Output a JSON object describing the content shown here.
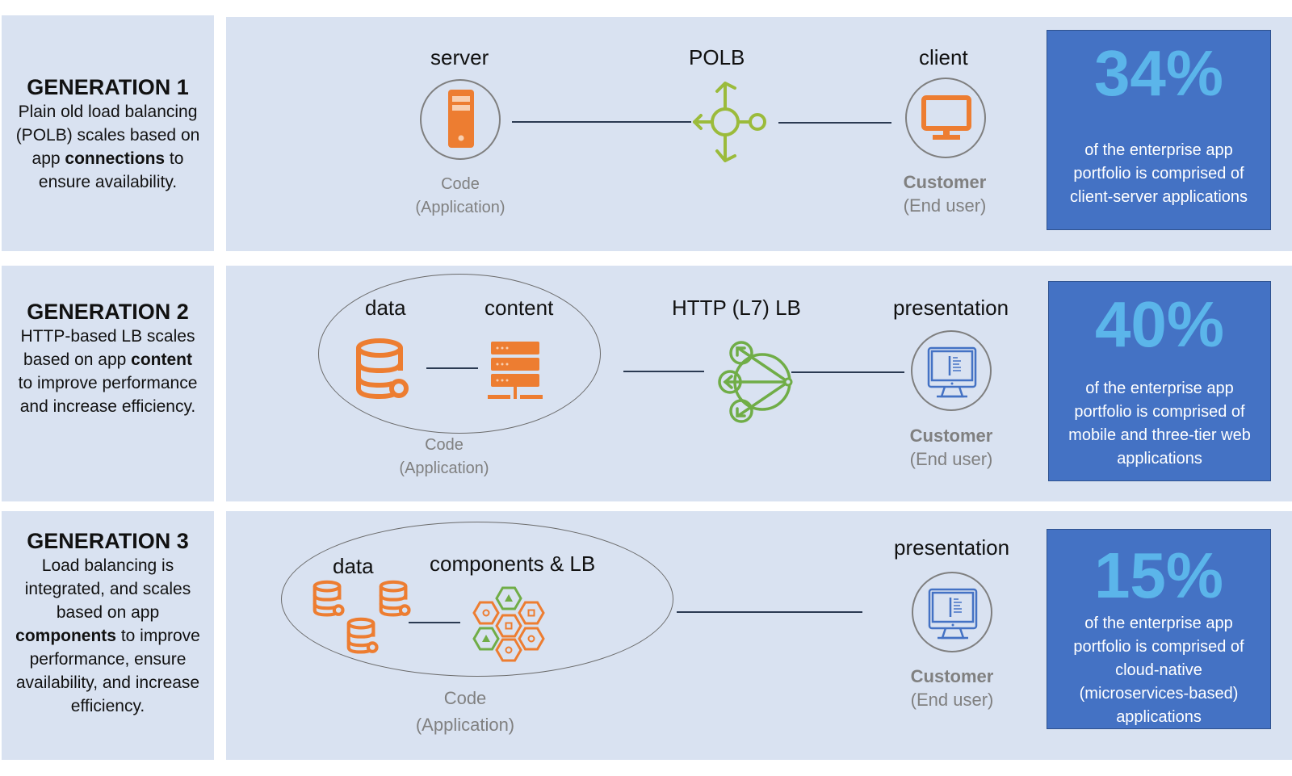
{
  "generations": [
    {
      "title": "GENERATION 1",
      "desc_parts": [
        "Plain old load balancing (POLB) scales based on app ",
        "connections",
        " to ensure availability."
      ],
      "nodes": {
        "server_label": "server",
        "lb_label": "POLB",
        "client_label": "client"
      },
      "code_label": "Code",
      "code_sub": "(Application)",
      "customer_label": "Customer",
      "customer_sub": "(End user)",
      "stat_percent": "34%",
      "stat_text": "of the enterprise app portfolio is comprised of client-server applications"
    },
    {
      "title": "GENERATION 2",
      "desc_parts": [
        "HTTP-based LB scales based on app ",
        "content",
        " to improve performance and increase efficiency."
      ],
      "nodes": {
        "data_label": "data",
        "content_label": "content",
        "lb_label": "HTTP (L7) LB",
        "presentation_label": "presentation"
      },
      "code_label": "Code",
      "code_sub": "(Application)",
      "customer_label": "Customer",
      "customer_sub": "(End user)",
      "stat_percent": "40%",
      "stat_text": "of the enterprise app portfolio is comprised of mobile and three-tier web applications"
    },
    {
      "title": "GENERATION 3",
      "desc_parts": [
        "Load balancing is integrated, and scales based on app ",
        "components",
        " to improve performance, ensure availability, and increase efficiency."
      ],
      "nodes": {
        "data_label": "data",
        "components_label": "components & LB",
        "presentation_label": "presentation"
      },
      "code_label": "Code",
      "code_sub": "(Application)",
      "customer_label": "Customer",
      "customer_sub": "(End user)",
      "stat_percent": "15%",
      "stat_text": "of the enterprise app portfolio is comprised of cloud-native (microservices-based) applications"
    }
  ],
  "colors": {
    "panel_bg": "#d9e2f1",
    "stat_bg": "#4472c4",
    "stat_percent": "#5bb5ea",
    "orange_icon": "#ed7d31",
    "green_icon": "#70ad47",
    "lime_icon": "#9bbb3b",
    "blue_icon": "#4472c4"
  }
}
